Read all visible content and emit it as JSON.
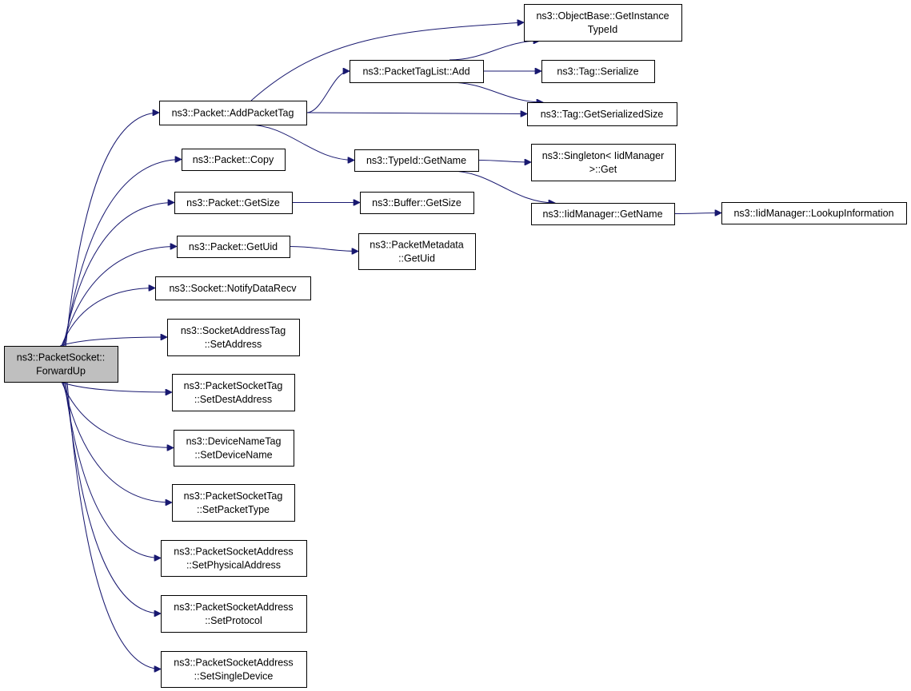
{
  "graph": {
    "nodes": [
      {
        "id": "forwardup",
        "lines": [
          "ns3::PacketSocket::",
          "ForwardUp"
        ],
        "root": true
      },
      {
        "id": "addpackettag",
        "lines": [
          "ns3::Packet::AddPacketTag"
        ]
      },
      {
        "id": "copy",
        "lines": [
          "ns3::Packet::Copy"
        ]
      },
      {
        "id": "getsize",
        "lines": [
          "ns3::Packet::GetSize"
        ]
      },
      {
        "id": "getuid",
        "lines": [
          "ns3::Packet::GetUid"
        ]
      },
      {
        "id": "notifydatarecv",
        "lines": [
          "ns3::Socket::NotifyDataRecv"
        ]
      },
      {
        "id": "setaddress",
        "lines": [
          "ns3::SocketAddressTag",
          "::SetAddress"
        ]
      },
      {
        "id": "setdestaddress",
        "lines": [
          "ns3::PacketSocketTag",
          "::SetDestAddress"
        ]
      },
      {
        "id": "setdevicename",
        "lines": [
          "ns3::DeviceNameTag",
          "::SetDeviceName"
        ]
      },
      {
        "id": "setpackettype",
        "lines": [
          "ns3::PacketSocketTag",
          "::SetPacketType"
        ]
      },
      {
        "id": "setphysicaladdress",
        "lines": [
          "ns3::PacketSocketAddress",
          "::SetPhysicalAddress"
        ]
      },
      {
        "id": "setprotocol",
        "lines": [
          "ns3::PacketSocketAddress",
          "::SetProtocol"
        ]
      },
      {
        "id": "setsingledevice",
        "lines": [
          "ns3::PacketSocketAddress",
          "::SetSingleDevice"
        ]
      },
      {
        "id": "getinstancetypeid",
        "lines": [
          "ns3::ObjectBase::GetInstance",
          "TypeId"
        ]
      },
      {
        "id": "tagadd",
        "lines": [
          "ns3::PacketTagList::Add"
        ]
      },
      {
        "id": "serialize",
        "lines": [
          "ns3::Tag::Serialize"
        ]
      },
      {
        "id": "getserializedsize",
        "lines": [
          "ns3::Tag::GetSerializedSize"
        ]
      },
      {
        "id": "typeidgetname",
        "lines": [
          "ns3::TypeId::GetName"
        ]
      },
      {
        "id": "singletonget",
        "lines": [
          "ns3::Singleton< IidManager",
          ">::Get"
        ]
      },
      {
        "id": "iidgetname",
        "lines": [
          "ns3::IidManager::GetName"
        ]
      },
      {
        "id": "lookupinformation",
        "lines": [
          "ns3::IidManager::LookupInformation"
        ]
      },
      {
        "id": "buffergetsize",
        "lines": [
          "ns3::Buffer::GetSize"
        ]
      },
      {
        "id": "metadatagetuid",
        "lines": [
          "ns3::PacketMetadata",
          "::GetUid"
        ]
      }
    ],
    "edges": [
      [
        "forwardup",
        "addpackettag"
      ],
      [
        "forwardup",
        "copy"
      ],
      [
        "forwardup",
        "getsize"
      ],
      [
        "forwardup",
        "getuid"
      ],
      [
        "forwardup",
        "notifydatarecv"
      ],
      [
        "forwardup",
        "setaddress"
      ],
      [
        "forwardup",
        "setdestaddress"
      ],
      [
        "forwardup",
        "setdevicename"
      ],
      [
        "forwardup",
        "setpackettype"
      ],
      [
        "forwardup",
        "setphysicaladdress"
      ],
      [
        "forwardup",
        "setprotocol"
      ],
      [
        "forwardup",
        "setsingledevice"
      ],
      [
        "addpackettag",
        "getinstancetypeid"
      ],
      [
        "addpackettag",
        "tagadd"
      ],
      [
        "addpackettag",
        "getserializedsize"
      ],
      [
        "addpackettag",
        "typeidgetname"
      ],
      [
        "tagadd",
        "getinstancetypeid"
      ],
      [
        "tagadd",
        "serialize"
      ],
      [
        "tagadd",
        "getserializedsize"
      ],
      [
        "typeidgetname",
        "singletonget"
      ],
      [
        "typeidgetname",
        "iidgetname"
      ],
      [
        "iidgetname",
        "lookupinformation"
      ],
      [
        "getsize",
        "buffergetsize"
      ],
      [
        "getuid",
        "metadatagetuid"
      ]
    ]
  }
}
